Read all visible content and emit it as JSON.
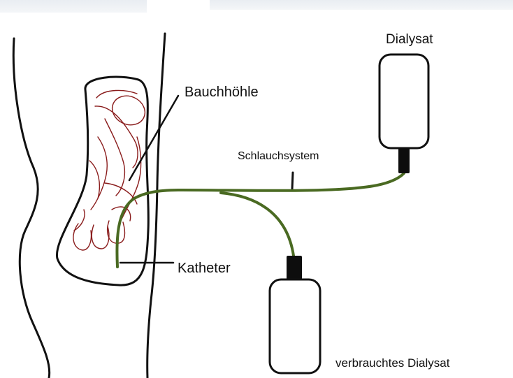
{
  "labels": {
    "dialysate": "Dialysat",
    "abdomen": "Bauchhöhle",
    "tubing": "Schlauchsystem",
    "catheter": "Katheter",
    "used_dialysate": "verbrauchtes Dialysat"
  },
  "colors": {
    "tube": "#4a6a22",
    "organs": "#8a1c1c",
    "outline": "#111111",
    "connector": "#0d0d0d"
  }
}
